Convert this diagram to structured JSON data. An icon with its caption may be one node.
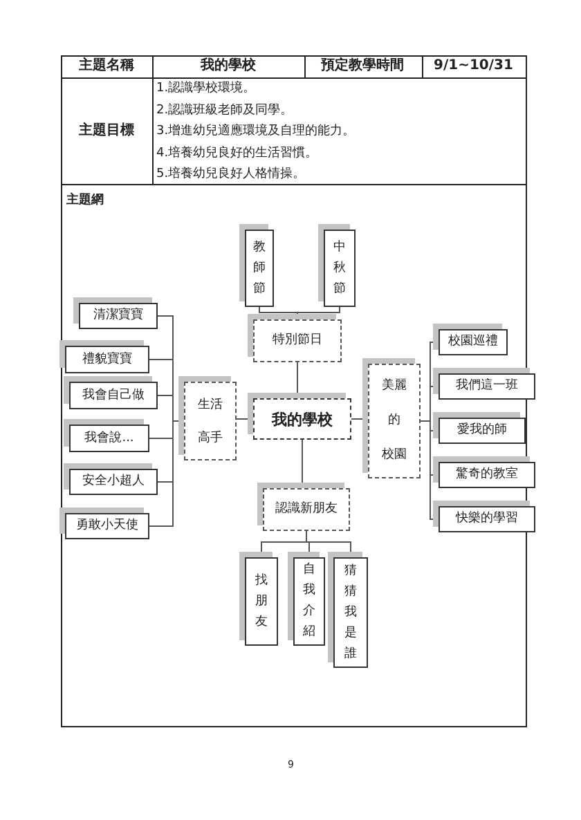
{
  "diagram": {
    "nodes": [
      {
        "text": [
          "我的學校"
        ]
      },
      {
        "text": [
          "特別節日"
        ]
      },
      {
        "text": [
          "教師節"
        ]
      },
      {
        "text": [
          "中秋節"
        ]
      },
      {
        "text": [
          "認識新朋友"
        ]
      },
      {
        "text": [
          "找朋友"
        ]
      },
      {
        "text": [
          "自我介紹"
        ]
      },
      {
        "text": [
          "猜猜我是誰"
        ]
      },
      {
        "text": [
          "生活高手"
        ]
      },
      {
        "text": [
          "清潔寶寶"
        ]
      },
      {
        "text": [
          "禮貌寶寶"
        ]
      },
      {
        "text": [
          "我會自己做"
        ]
      },
      {
        "text": [
          "我會說..."
        ]
      },
      {
        "text": [
          "安全小超人"
        ]
      },
      {
        "text": [
          "勇敢小天使"
        ]
      },
      {
        "text": [
          "美麗的校園"
        ]
      },
      {
        "text": [
          "校園巡禮"
        ]
      },
      {
        "text": [
          "我們這一班"
        ]
      },
      {
        "text": [
          "愛我的師"
        ]
      },
      {
        "text": [
          "驚奇的教室"
        ]
      },
      {
        "text": [
          "快樂的學習"
        ]
      }
    ],
    "edges": [
      {
        "from": 0,
        "to": 1,
        "arrow": "none"
      },
      {
        "from": 1,
        "to": 2,
        "arrow": "none"
      },
      {
        "from": 1,
        "to": 3,
        "arrow": "none"
      },
      {
        "from": 0,
        "to": 4,
        "arrow": "none"
      },
      {
        "from": 4,
        "to": 5,
        "arrow": "none"
      },
      {
        "from": 4,
        "to": 6,
        "arrow": "none"
      },
      {
        "from": 4,
        "to": 7,
        "arrow": "none"
      },
      {
        "from": 0,
        "to": 8,
        "arrow": "none"
      },
      {
        "from": 8,
        "to": 9,
        "arrow": "none"
      },
      {
        "from": 8,
        "to": 10,
        "arrow": "none"
      },
      {
        "from": 8,
        "to": 11,
        "arrow": "none"
      },
      {
        "from": 8,
        "to": 12,
        "arrow": "none"
      },
      {
        "from": 8,
        "to": 13,
        "arrow": "none"
      },
      {
        "from": 8,
        "to": 14,
        "arrow": "none"
      },
      {
        "from": 0,
        "to": 15,
        "arrow": "none"
      },
      {
        "from": 15,
        "to": 16,
        "arrow": "none"
      },
      {
        "from": 15,
        "to": 17,
        "arrow": "none"
      },
      {
        "from": 15,
        "to": 18,
        "arrow": "none"
      },
      {
        "from": 15,
        "to": 19,
        "arrow": "none"
      },
      {
        "from": 15,
        "to": 20,
        "arrow": "none"
      }
    ],
    "labels": [
      "主題名稱",
      "我的學校",
      "預定教學時間",
      "9/1~10/31",
      "主題目標",
      "1.認識學校環境。",
      "2.認識班級老師及同學。",
      "3.增進幼兒適應環境及自理的能力。",
      "4.培養幼兒良好的生活習慣。",
      "5.培養幼兒良好人格情操。",
      "主題網",
      "9"
    ]
  }
}
